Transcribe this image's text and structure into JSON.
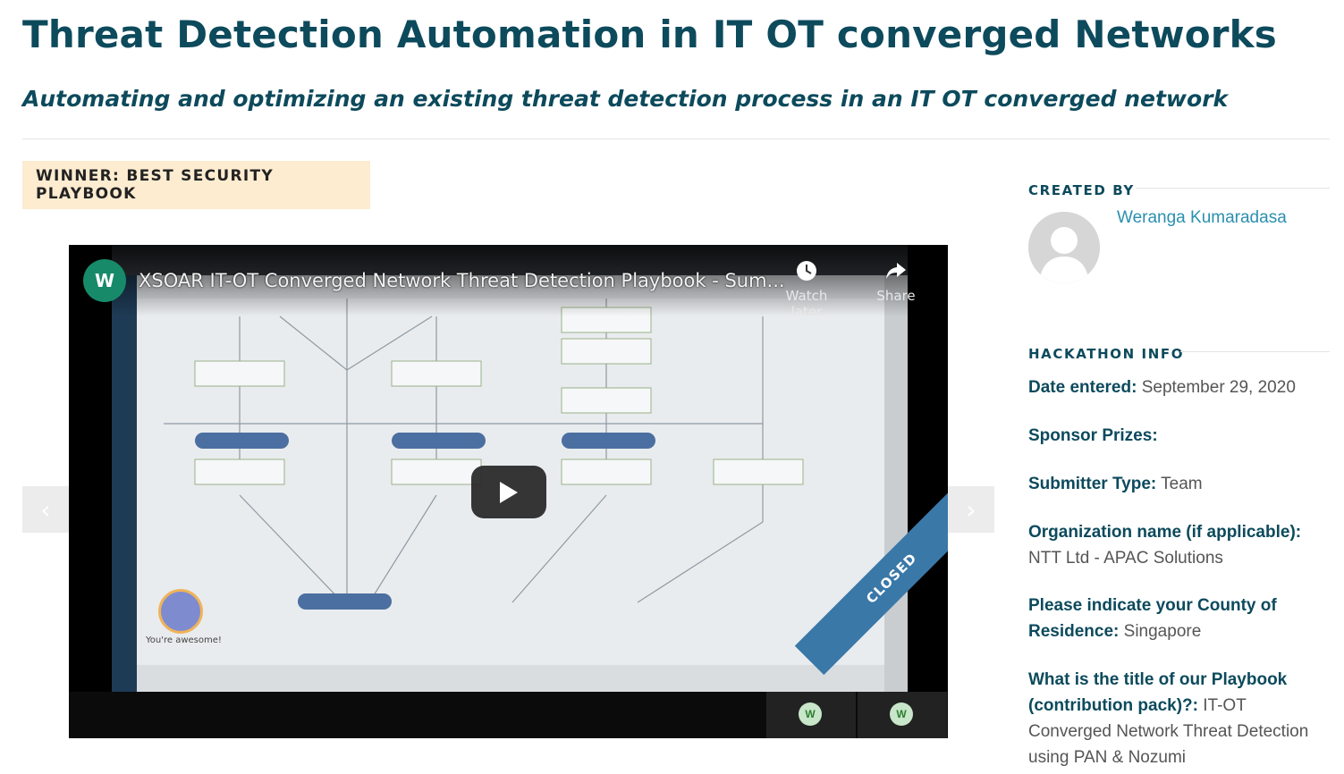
{
  "header": {
    "title": "Threat Detection Automation in IT OT converged Networks",
    "subtitle": "Automating and optimizing an existing threat detection process in an IT OT converged network"
  },
  "badge": {
    "label": "WINNER: BEST SECURITY PLAYBOOK"
  },
  "carousel": {
    "prev_glyph": "‹",
    "next_glyph": "›"
  },
  "video": {
    "channel_initial": "W",
    "title": "XSOAR IT-OT Converged Network Threat Detection Playbook - Sum...",
    "watch_later_label": "Watch later",
    "share_label": "Share",
    "ribbon_label": "CLOSED",
    "mascot_text": "You're awesome!",
    "participant_initial": "W"
  },
  "sidebar": {
    "created_by_heading": "CREATED BY",
    "creator_name": "Weranga Kumaradasa",
    "hackathon_heading": "HACKATHON INFO",
    "fields": [
      {
        "label": "Date entered:",
        "value": "September 29, 2020"
      },
      {
        "label": "Sponsor Prizes:",
        "value": ""
      },
      {
        "label": "Submitter Type:",
        "value": "Team"
      },
      {
        "label": "Organization name (if applicable):",
        "value": "NTT Ltd - APAC Solutions"
      },
      {
        "label": "Please indicate your County of Residence:",
        "value": "Singapore"
      },
      {
        "label": "What is the title of our Playbook (contribution pack)?:",
        "value": "IT-OT Converged Network Threat Detection using PAN & Nozumi"
      }
    ]
  },
  "colors": {
    "heading": "#0c4a5c",
    "link": "#2a8fb0",
    "badge_bg": "#fdecd0"
  }
}
